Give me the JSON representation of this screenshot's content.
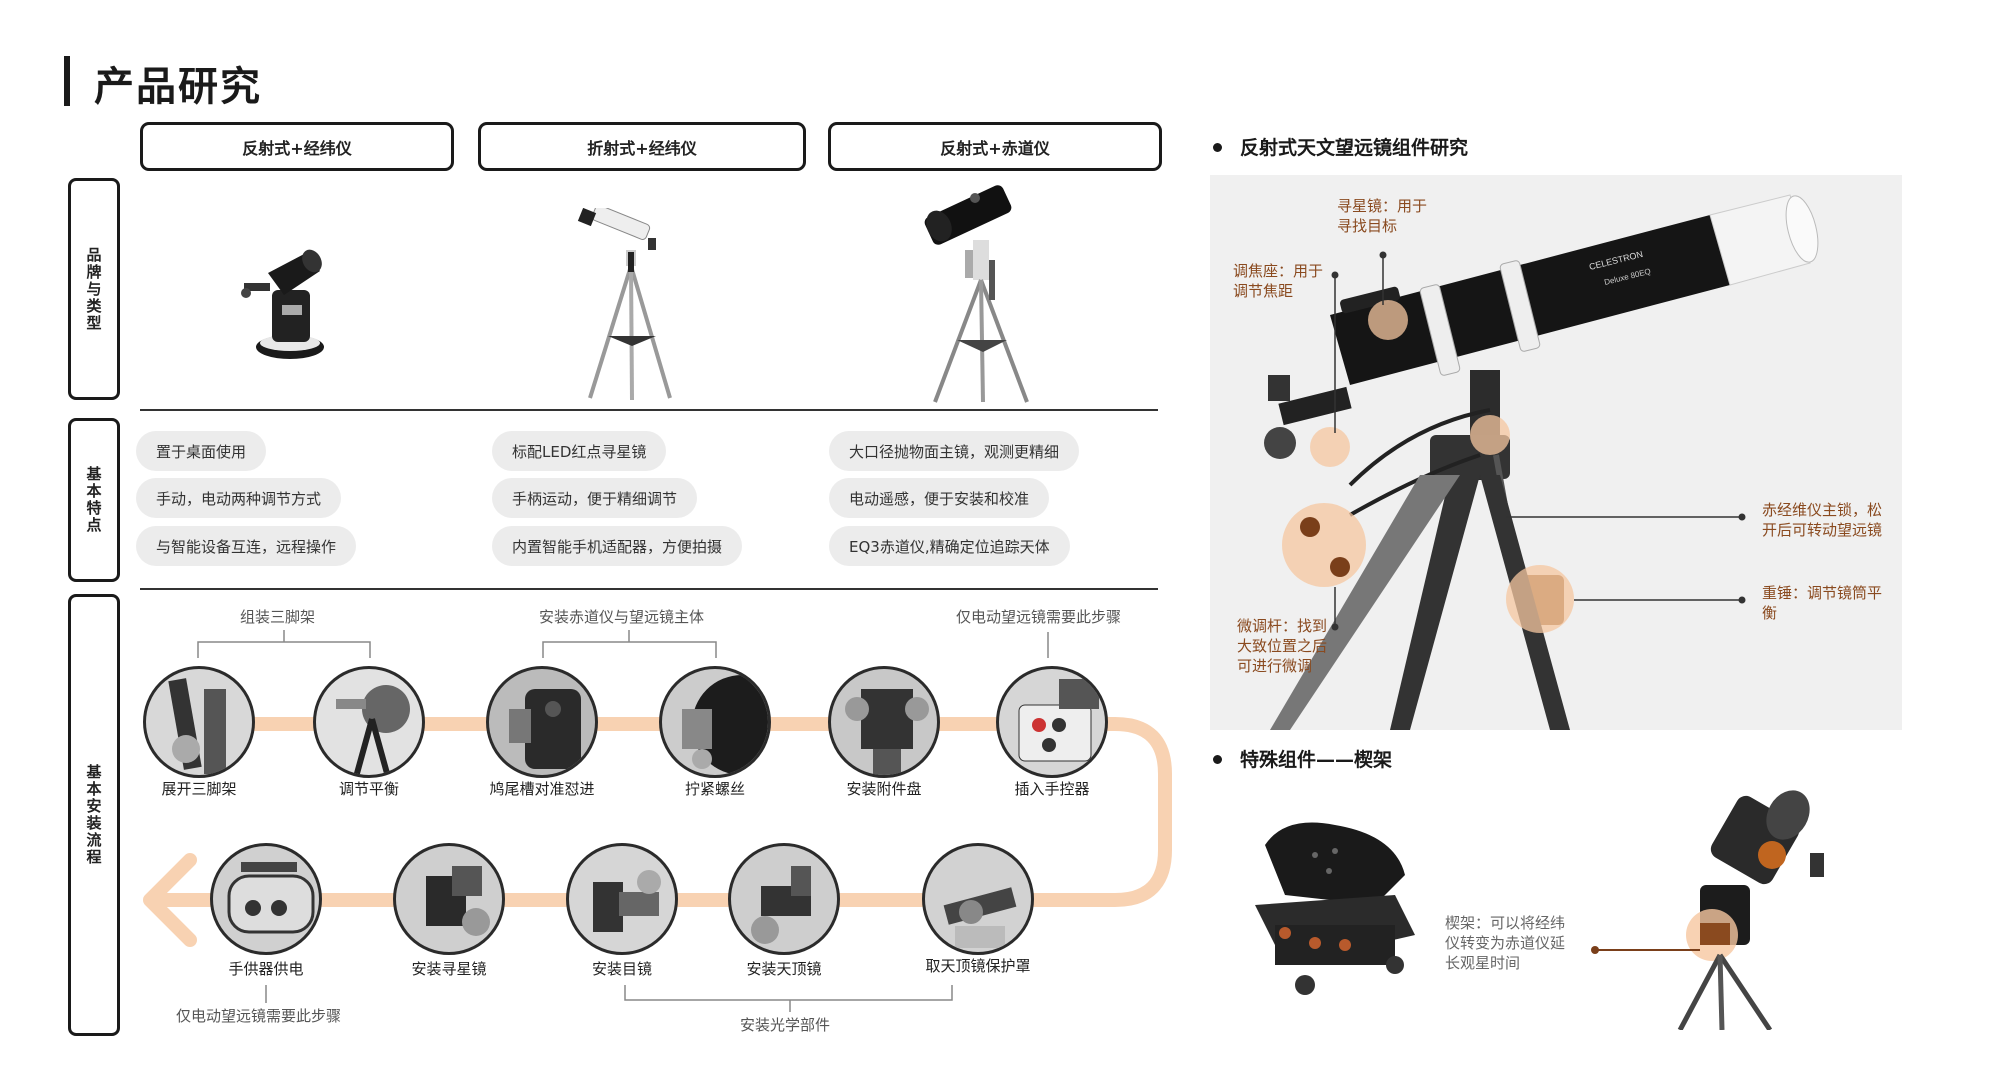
{
  "page_title": "产品研究",
  "columns": [
    "反射式+经纬仪",
    "折射式+经纬仪",
    "反射式+赤道仪"
  ],
  "row_labels": {
    "brand": "品牌与类型",
    "features": "基本特点",
    "process": "基本安装流程"
  },
  "features": [
    [
      "置于桌面使用",
      "手动，电动两种调节方式",
      "与智能设备互连，远程操作"
    ],
    [
      "标配LED红点寻星镜",
      "手柄运动，便于精细调节",
      "内置智能手机适配器，方便拍摄"
    ],
    [
      "大口径抛物面主镜，观测更精细",
      "电动遥感，便于安装和校准",
      "EQ3赤道仪,精确定位追踪天体"
    ]
  ],
  "process": {
    "group_top": [
      "组装三脚架",
      "安装赤道仪与望远镜主体",
      "仅电动望远镜需要此步骤"
    ],
    "row1": [
      "展开三脚架",
      "调节平衡",
      "鸠尾槽对准怼进",
      "拧紧螺丝",
      "安装附件盘",
      "插入手控器"
    ],
    "row2": [
      "手供器供电",
      "安装寻星镜",
      "安装目镜",
      "安装天顶镜",
      "取天顶镜保护罩"
    ],
    "group_bottom": [
      "仅电动望远镜需要此步骤",
      "安装光学部件"
    ]
  },
  "research": {
    "heading": "反射式天文望远镜组件研究",
    "annotations": {
      "finder": "寻星镜：用于寻找目标",
      "focuser": "调焦座：用于调节焦距",
      "fine_rod": "微调杆：找到大致位置之后可进行微调",
      "lock": "赤经维仪主锁，松开后可转动望远镜",
      "weight": "重锤：调节镜筒平衡"
    },
    "tube_brand": "CELESTRON",
    "tube_model": "Deluxe 80EQ"
  },
  "wedge": {
    "heading": "特殊组件——楔架",
    "annotation": "楔架：可以将经纬仪转变为赤道仪延长观星时间"
  },
  "colors": {
    "accent": "#f6c7a0",
    "annot": "#8a4a1f"
  }
}
